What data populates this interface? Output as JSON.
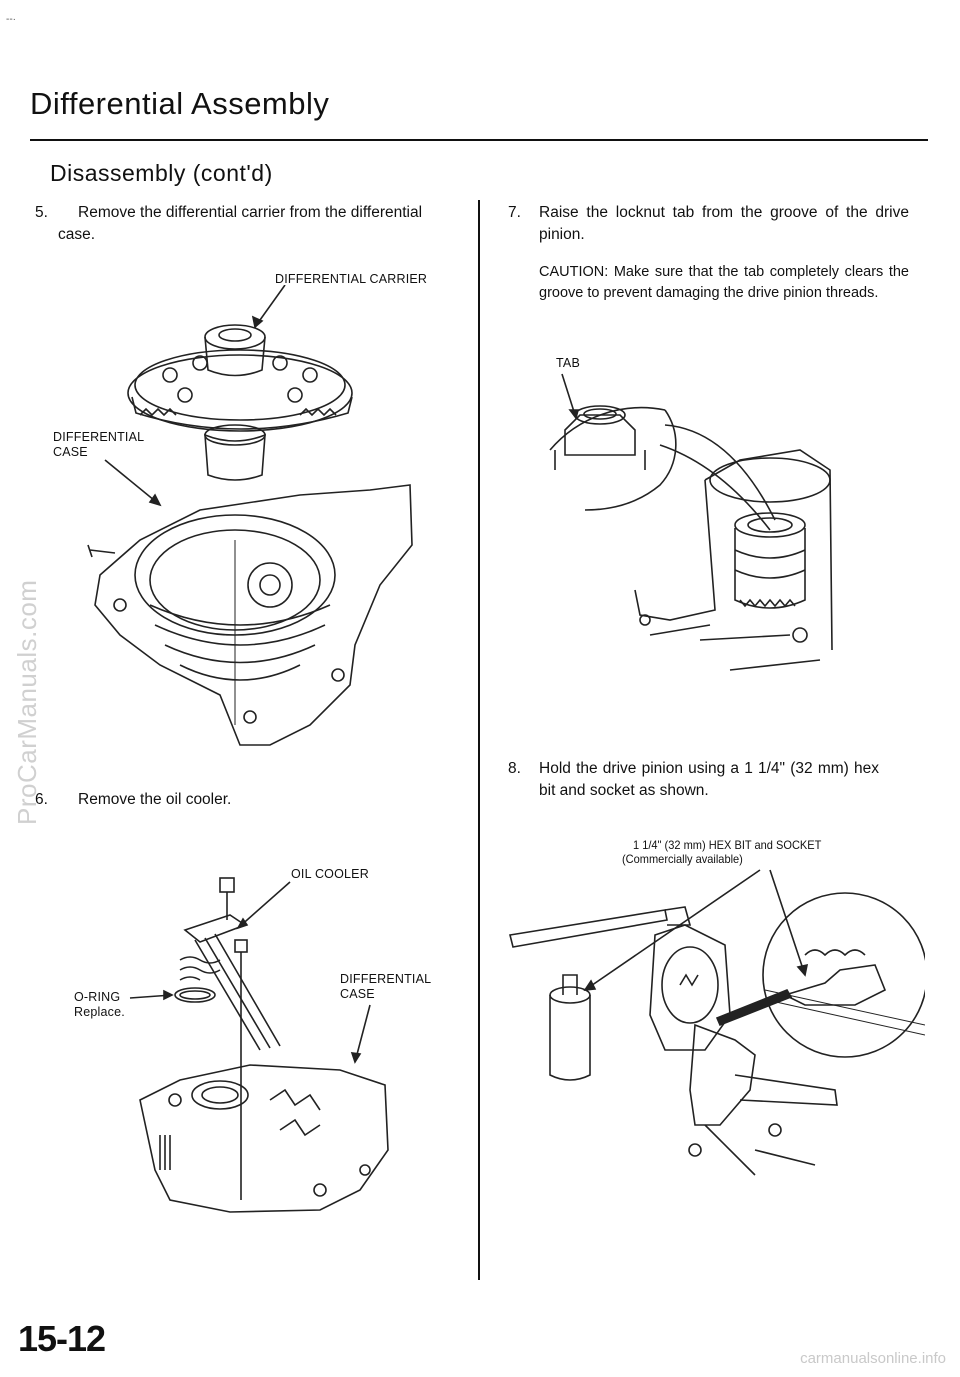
{
  "corner_mark": "--·",
  "header": {
    "title": "Differential Assembly",
    "subtitle": "Disassembly (cont'd)"
  },
  "left_column": {
    "step5": {
      "number": "5.",
      "text": "Remove the differential carrier from the differential case."
    },
    "fig1_labels": {
      "carrier": "DIFFERENTIAL CARRIER",
      "case_line1": "DIFFERENTIAL",
      "case_line2": "CASE"
    },
    "step6": {
      "number": "6.",
      "text": "Remove the oil cooler."
    },
    "fig2_labels": {
      "oil_cooler": "OIL COOLER",
      "oring_line1": "O-RING",
      "oring_line2": "Replace.",
      "case_line1": "DIFFERENTIAL",
      "case_line2": "CASE"
    }
  },
  "right_column": {
    "step7": {
      "number": "7.",
      "text": "Raise the locknut tab from the groove of the drive pinion."
    },
    "caution": "CAUTION: Make sure that the tab completely clears the groove to prevent damaging the drive pinion threads.",
    "fig3_labels": {
      "tab": "TAB"
    },
    "step8": {
      "number": "8.",
      "text": "Hold the drive pinion using a 1 1/4\" (32 mm) hex bit and socket as shown."
    },
    "fig4_labels": {
      "tool_line1": "1 1/4\" (32 mm) HEX BIT and SOCKET",
      "tool_line2": "(Commercially available)"
    }
  },
  "footer": {
    "page_number": "15-12"
  },
  "watermarks": {
    "side": "ProCarManuals.com",
    "bottom": "carmanualsonline.info"
  }
}
